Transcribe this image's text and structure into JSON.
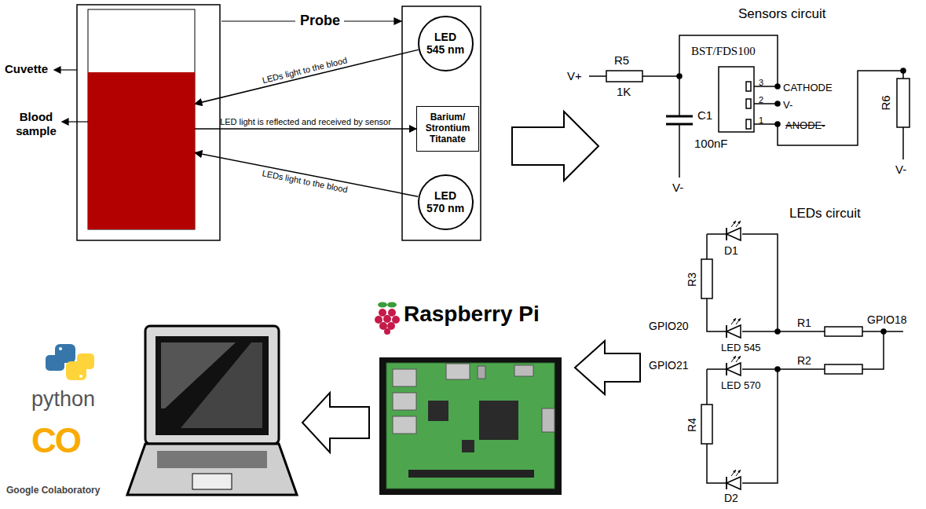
{
  "diagram": {
    "nodes": [
      {
        "text": [
          "Blood sample"
        ]
      },
      {
        "text": [
          "LED 545 nm"
        ]
      },
      {
        "text": [
          "Barium/ Strontium Titanate"
        ]
      },
      {
        "text": [
          "LED 570 nm"
        ]
      }
    ],
    "edges": [
      {
        "from": 1,
        "to": 0,
        "arrow": "to",
        "label": "LEDs light to the blood"
      },
      {
        "from": 0,
        "to": 2,
        "arrow": "to",
        "label": "LED light is reflected and received by sensor"
      },
      {
        "from": 3,
        "to": 0,
        "arrow": "to",
        "label": "LEDs light to the blood"
      }
    ],
    "labels": [
      "Probe",
      "Cuvette",
      "Sensors circuit",
      "V+",
      "R5",
      "1K",
      "BST/FDS100",
      "C1",
      "100nF",
      "V-",
      "3",
      "CATHODE",
      "2",
      "V-",
      "1",
      "ANODE-",
      "R6",
      "V-",
      "LEDs circuit",
      "D1",
      "R3",
      "GPIO20",
      "LED 545",
      "GPIO18",
      "R1",
      "GPIO21",
      "LED 570",
      "R2",
      "R4",
      "D2",
      "Raspberry Pi",
      "python",
      "CO",
      "Google Colaboratory"
    ]
  }
}
